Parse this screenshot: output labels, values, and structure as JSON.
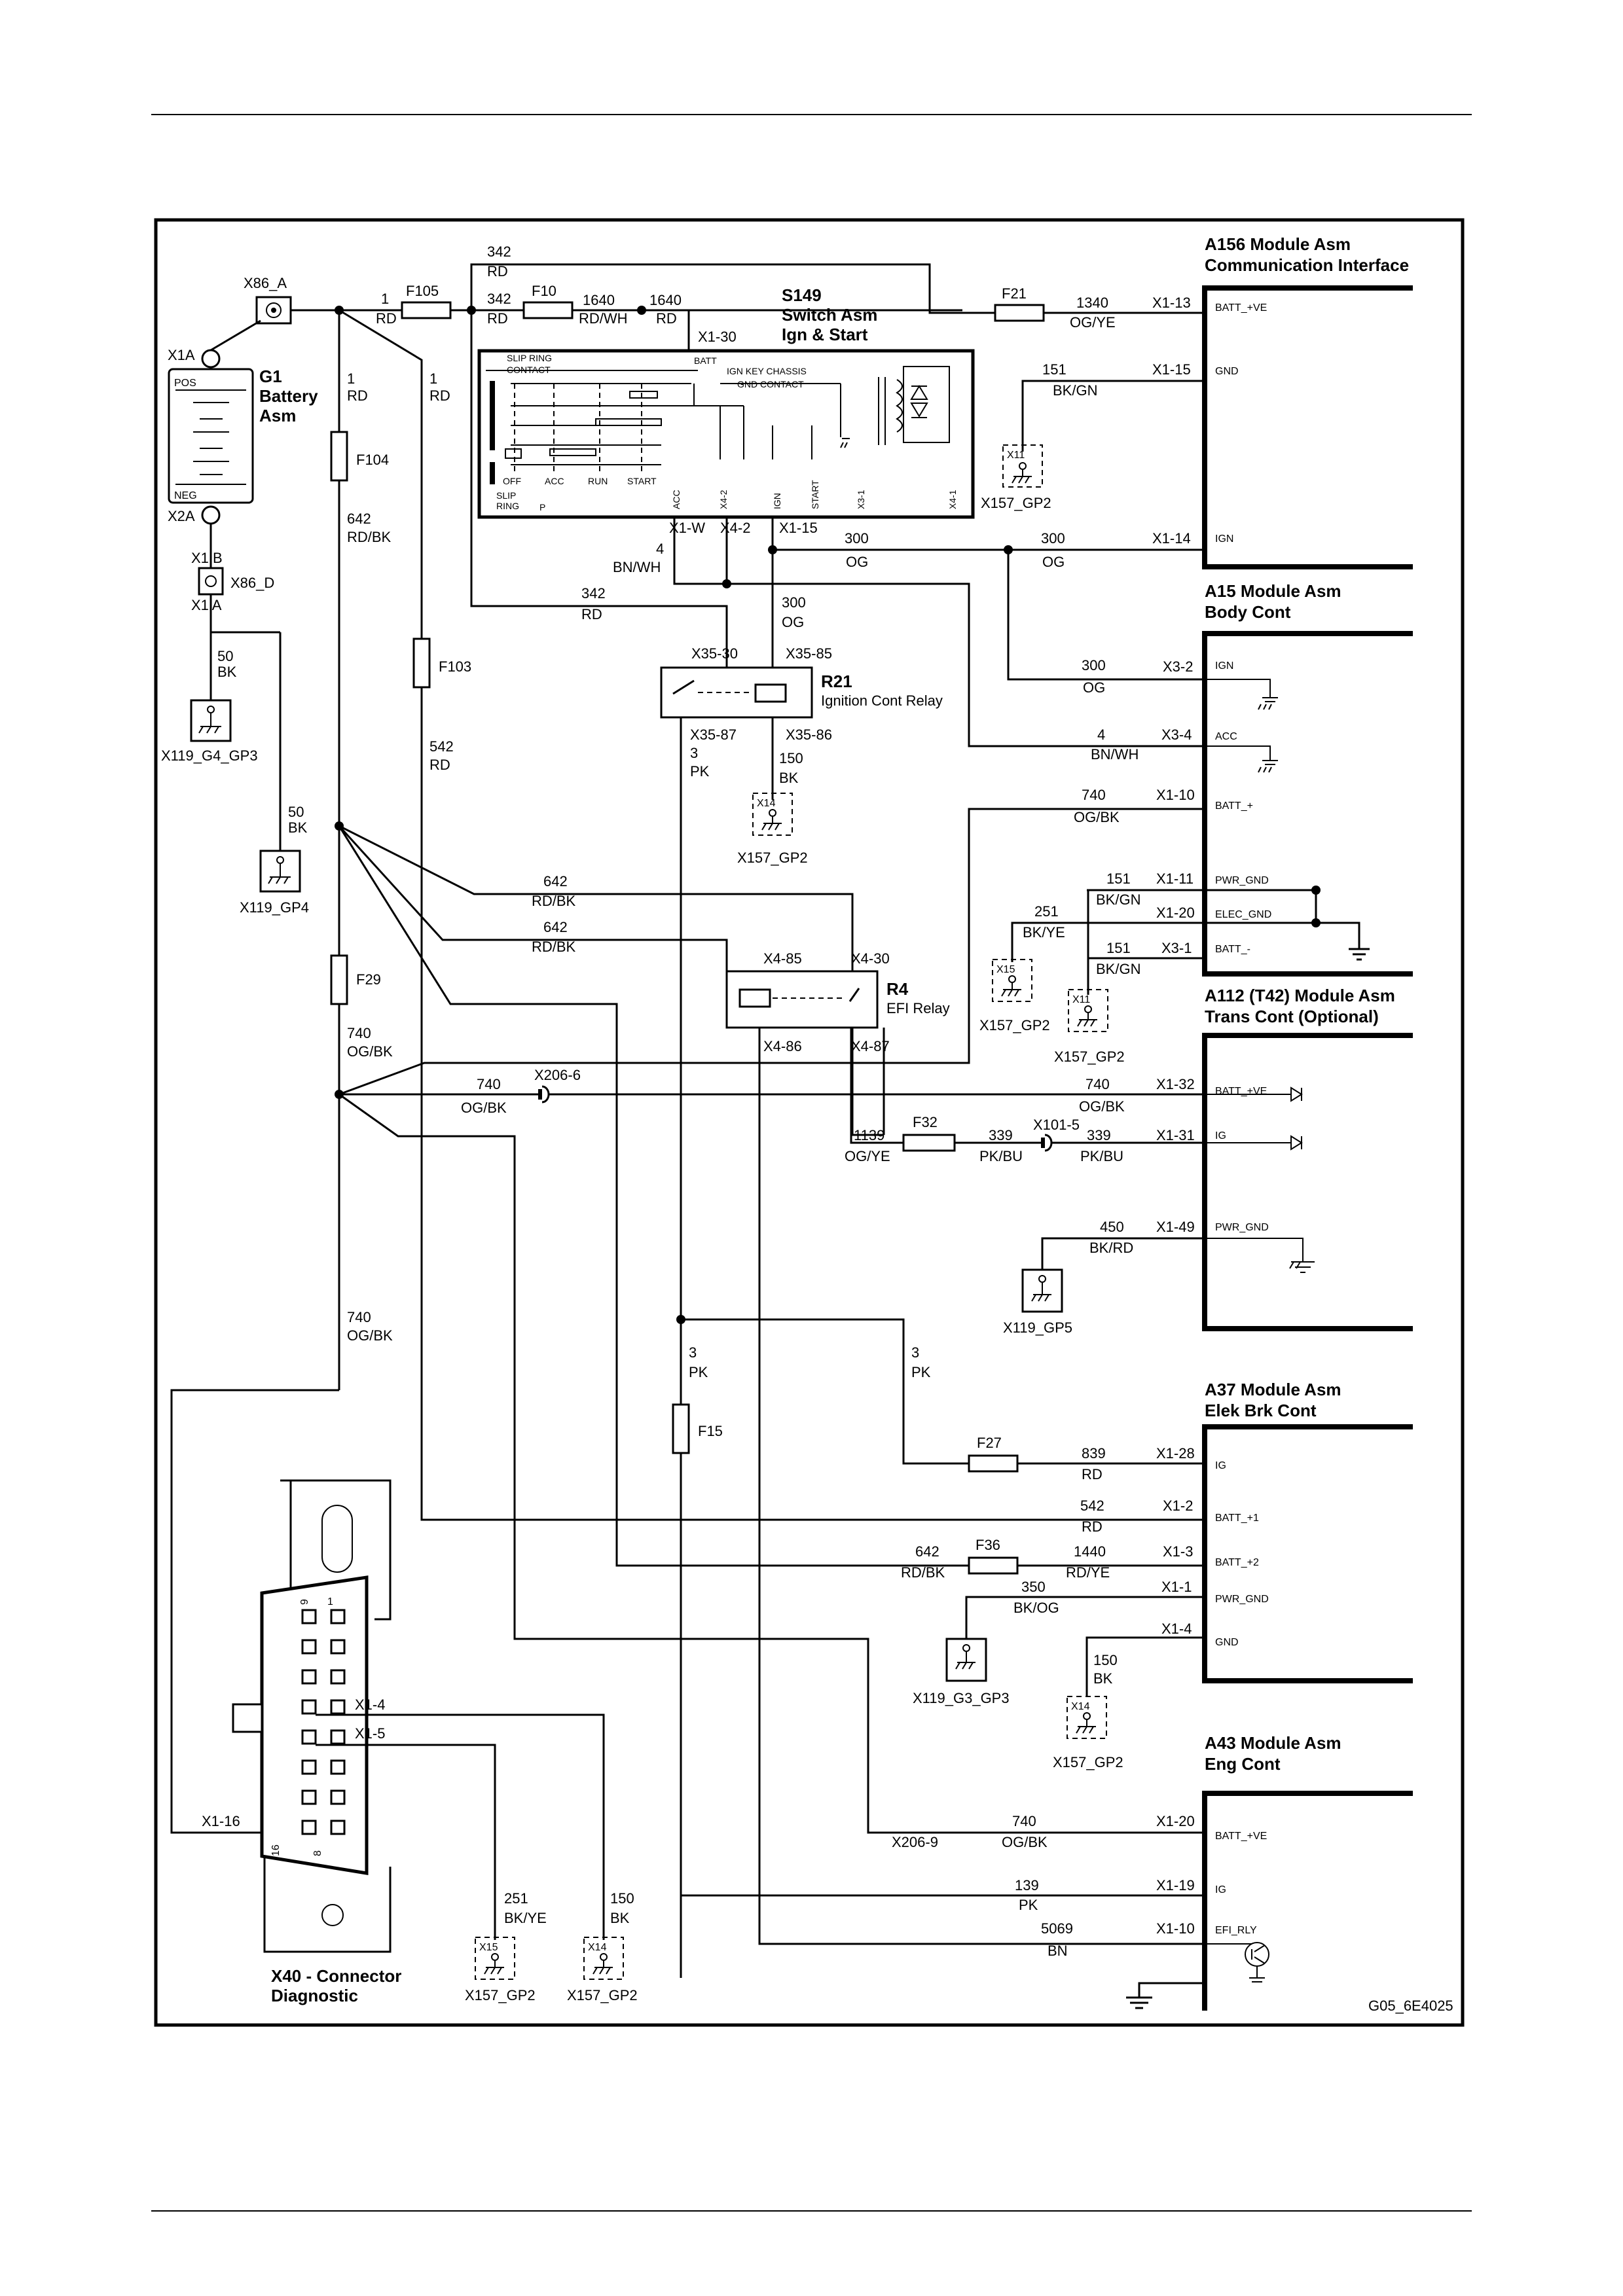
{
  "footer_id": "G05_6E4025",
  "modules": {
    "a156": {
      "l1": "A156 Module Asm",
      "l2": "Communication Interface",
      "pins": [
        {
          "pin": "X1-13",
          "func": "BATT_+VE",
          "circuit": "1340",
          "color": "OG/YE"
        },
        {
          "pin": "X1-15",
          "func": "GND",
          "circuit": "151",
          "color": "BK/GN"
        },
        {
          "pin": "X1-14",
          "func": "IGN",
          "circuit": "300",
          "color": "OG"
        }
      ]
    },
    "a15": {
      "l1": "A15 Module Asm",
      "l2": "Body Cont",
      "pins": [
        {
          "pin": "X3-2",
          "func": "IGN",
          "circuit": "300",
          "color": "OG"
        },
        {
          "pin": "X3-4",
          "func": "ACC",
          "circuit": "4",
          "color": "BN/WH"
        },
        {
          "pin": "X1-10",
          "func": "BATT_+",
          "circuit": "740",
          "color": "OG/BK"
        },
        {
          "pin": "X1-11",
          "func": "PWR_GND",
          "circuit": "151",
          "color": "BK/GN"
        },
        {
          "pin": "X1-20",
          "func": "ELEC_GND",
          "circuit": "251",
          "color": "BK/YE"
        },
        {
          "pin": "X3-1",
          "func": "BATT_-",
          "circuit": "151",
          "color": "BK/GN"
        }
      ]
    },
    "a112": {
      "l1": "A112 (T42) Module Asm",
      "l2": "Trans Cont (Optional)",
      "pins": [
        {
          "pin": "X1-32",
          "func": "BATT_+VE",
          "circuit": "740",
          "color": "OG/BK"
        },
        {
          "pin": "X1-31",
          "func": "IG",
          "circuit": "339",
          "color": "PK/BU"
        },
        {
          "pin": "X1-49",
          "func": "PWR_GND",
          "circuit": "450",
          "color": "BK/RD"
        }
      ]
    },
    "a37": {
      "l1": "A37 Module Asm",
      "l2": "Elek Brk Cont",
      "pins": [
        {
          "pin": "X1-28",
          "func": "IG",
          "circuit": "839",
          "color": "RD"
        },
        {
          "pin": "X1-2",
          "func": "BATT_+1",
          "circuit": "542",
          "color": "RD"
        },
        {
          "pin": "X1-3",
          "func": "BATT_+2",
          "circuit": "1440",
          "color": "RD/YE"
        },
        {
          "pin": "X1-1",
          "func": "PWR_GND",
          "circuit": "350",
          "color": "BK/OG"
        },
        {
          "pin": "X1-4",
          "func": "GND",
          "circuit": "150",
          "color": "BK"
        }
      ]
    },
    "a43": {
      "l1": "A43 Module Asm",
      "l2": "Eng Cont",
      "pins": [
        {
          "pin": "X1-20",
          "func": "BATT_+VE",
          "circuit": "740",
          "color": "OG/BK"
        },
        {
          "pin": "X1-19",
          "func": "IG",
          "circuit": "139",
          "color": "PK"
        },
        {
          "pin": "X1-10",
          "func": "EFI_RLY",
          "circuit": "5069",
          "color": "BN"
        }
      ]
    }
  },
  "battery": {
    "id": "G1",
    "l2": "Battery",
    "l3": "Asm",
    "pos": "POS",
    "neg": "NEG",
    "x1a": "X1A",
    "x2a": "X2A",
    "x86a": "X86_A",
    "x86d": "X86_D",
    "x1b": "X1 B",
    "x1a2": "X1 A"
  },
  "switch": {
    "id": "S149",
    "l2": "Switch Asm",
    "l3": "Ign & Start",
    "x130": "X1-30",
    "batt": "BATT",
    "slip_ring_contact": "SLIP RING\nCONTACT",
    "ign_key": "IGN KEY CHASSIS",
    "gnd_contact": "GND CONTACT",
    "positions": [
      "OFF",
      "ACC",
      "RUN",
      "START"
    ],
    "slip_ring": "SLIP\nRING",
    "p": "P",
    "pin_labels": [
      "ACC",
      "X4-2",
      "IGN",
      "START",
      "X3-1",
      "X4-1"
    ],
    "out_pins": [
      "X1-W",
      "X4-2",
      "X1-15"
    ]
  },
  "relays": {
    "r21": {
      "id": "R21",
      "name": "Ignition Cont Relay",
      "p30": "X35-30",
      "p85": "X35-85",
      "p87": "X35-87",
      "p86": "X35-86"
    },
    "r4": {
      "id": "R4",
      "name": "EFI Relay",
      "p85": "X4-85",
      "p30": "X4-30",
      "p86": "X4-86",
      "p87": "X4-87"
    }
  },
  "fuses": {
    "f105": "F105",
    "f10": "F10",
    "f21": "F21",
    "f104": "F104",
    "f103": "F103",
    "f29": "F29",
    "f32": "F32",
    "f27": "F27",
    "f36": "F36",
    "f15": "F15"
  },
  "grounds": {
    "gp2": "X157_GP2",
    "x11": "X11",
    "x14": "X14",
    "x15": "X15",
    "g4gp3": "X119_G4_GP3",
    "gp4": "X119_GP4",
    "gp5": "X119_GP5",
    "g3gp3": "X119_G3_GP3"
  },
  "connectors": {
    "x2066": "X206-6",
    "x2069": "X206-9",
    "x1015": "X101-5"
  },
  "dlc": {
    "title1": "X40 - Connector",
    "title2": "Diagnostic",
    "x14": "X1-4",
    "x15": "X1-5",
    "x116": "X1-16",
    "pin1": "1",
    "pin9": "9",
    "pin8": "8",
    "pin16": "16"
  },
  "wires": {
    "n342": "342",
    "n1": "1",
    "n1640": "1640",
    "n4": "4",
    "n300": "300",
    "n642": "642",
    "n542": "542",
    "n50": "50",
    "n740": "740",
    "n3": "3",
    "n150": "150",
    "n1139": "1139",
    "n339": "339",
    "n251": "251",
    "rd": "RD",
    "rdwh": "RD/WH",
    "rdbk": "RD/BK",
    "bnwh": "BN/WH",
    "og": "OG",
    "bk": "BK",
    "ogbk": "OG/BK",
    "pk": "PK",
    "ogye": "OG/YE",
    "pkbu": "PK/BU",
    "bkye": "BK/YE"
  }
}
